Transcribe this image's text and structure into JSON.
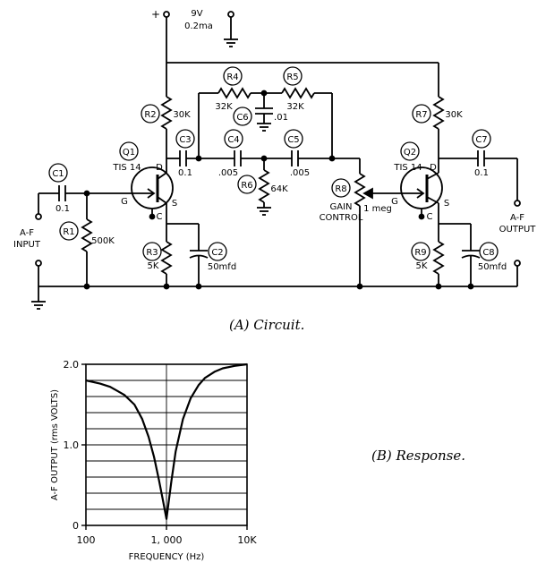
{
  "circuit": {
    "supply": {
      "plus": "+",
      "voltage": "9V",
      "current": "0.2ma"
    },
    "q1": {
      "ref": "Q1",
      "part": "TIS 14",
      "gate": "G",
      "drain": "D",
      "source": "S",
      "case": "C"
    },
    "q2": {
      "ref": "Q2",
      "part": "TIS 14",
      "gate": "G",
      "drain": "D",
      "source": "S",
      "case": "C"
    },
    "r1": {
      "ref": "R1",
      "value": "500K"
    },
    "r2": {
      "ref": "R2",
      "value": "30K"
    },
    "r3": {
      "ref": "R3",
      "value": "5K"
    },
    "r4": {
      "ref": "R4",
      "value": "32K"
    },
    "r5": {
      "ref": "R5",
      "value": "32K"
    },
    "r6": {
      "ref": "R6",
      "value": "64K"
    },
    "r7": {
      "ref": "R7",
      "value": "30K"
    },
    "r8": {
      "ref": "R8",
      "value": "1 meg",
      "label_line1": "GAIN",
      "label_line2": "CONTROL"
    },
    "r9": {
      "ref": "R9",
      "value": "5K"
    },
    "c1": {
      "ref": "C1",
      "value": "0.1"
    },
    "c2": {
      "ref": "C2",
      "value": "50mfd"
    },
    "c3": {
      "ref": "C3",
      "value": "0.1"
    },
    "c4": {
      "ref": "C4",
      "value": ".005"
    },
    "c5": {
      "ref": "C5",
      "value": ".005"
    },
    "c6": {
      "ref": "C6",
      "value": ".01"
    },
    "c7": {
      "ref": "C7",
      "value": "0.1"
    },
    "c8": {
      "ref": "C8",
      "value": "50mfd"
    },
    "input": {
      "line1": "A-F",
      "line2": "INPUT"
    },
    "output": {
      "line1": "A-F",
      "line2": "OUTPUT"
    },
    "caption": "(A) Circuit."
  },
  "response": {
    "caption": "(B) Response."
  },
  "chart_data": {
    "type": "line",
    "xlabel": "FREQUENCY (Hz)",
    "ylabel": "A-F OUTPUT (rms VOLTS)",
    "x_scale": "log",
    "xlim": [
      100,
      10000
    ],
    "ylim": [
      0,
      2.0
    ],
    "x_ticks": [
      100,
      1000,
      10000
    ],
    "x_tick_labels": [
      "100",
      "1, 000",
      "10K"
    ],
    "y_ticks": [
      0,
      1.0,
      2.0
    ],
    "y_tick_labels": [
      "0",
      "1.0",
      "2.0"
    ],
    "grid": true,
    "series": [
      {
        "x": [
          100,
          150,
          200,
          300,
          400,
          500,
          600,
          700,
          800,
          900,
          1000,
          1150,
          1300,
          1600,
          2000,
          2500,
          3000,
          4000,
          5000,
          7000,
          10000
        ],
        "y": [
          1.8,
          1.76,
          1.72,
          1.62,
          1.5,
          1.32,
          1.1,
          0.85,
          0.58,
          0.32,
          0.08,
          0.55,
          0.92,
          1.32,
          1.58,
          1.74,
          1.83,
          1.91,
          1.95,
          1.98,
          2.0
        ]
      }
    ]
  }
}
